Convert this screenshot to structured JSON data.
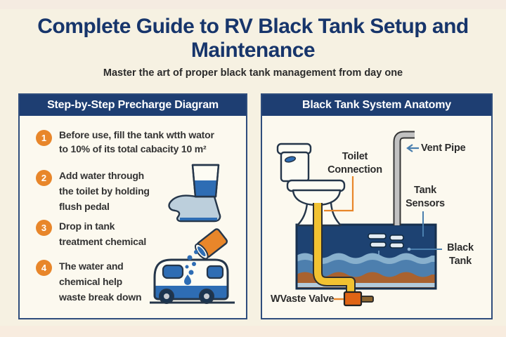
{
  "header": {
    "title": "Complete Guide to RV Black Tank Setup and\nMaintenance",
    "subtitle": "Master the art of proper black tank management from day one"
  },
  "left_panel": {
    "title": "Step-by-Step Precharge Diagram",
    "steps": [
      {
        "num": "1",
        "text": "Before use, fill the tank wtth wator\nto 10% of its total cabacity 10 m²"
      },
      {
        "num": "2",
        "text": "Add water through\nthe toilet by holding\nflush pedal"
      },
      {
        "num": "3",
        "text": "Drop in tank\ntreatment chemical"
      },
      {
        "num": "4",
        "text": "The water and\nchemical help\nwaste break down"
      }
    ],
    "illustrations": [
      "water-glass-on-flush-pedal",
      "chemical-bucket-pouring-into-rv"
    ]
  },
  "right_panel": {
    "title": "Black Tank System Anatomy",
    "labels": {
      "toilet_connection": "Toilet\nConnection",
      "vent_pipe": "Vent Pipe",
      "tank_sensors": "Tank\nSensors",
      "black_tank": "Black\nTank",
      "waste_valve": "WVaste Valve"
    }
  },
  "colors": {
    "cream": "#f6f1e2",
    "panel-bg": "#fcf9ef",
    "navy": "#1e3e72",
    "title-navy": "#17356b",
    "orange": "#e8862a",
    "accent-blue": "#2e6db4",
    "leader-blue": "#4a7fae",
    "text-dark": "#333333",
    "tank-navy": "#1d4272",
    "water-light": "#88b0cd",
    "water-mid": "#4d7fae",
    "waste-brown": "#a9622f",
    "pipe-yellow": "#f2c231",
    "pipe-gray": "#c2c2c2",
    "valve-orange": "#e06415"
  }
}
